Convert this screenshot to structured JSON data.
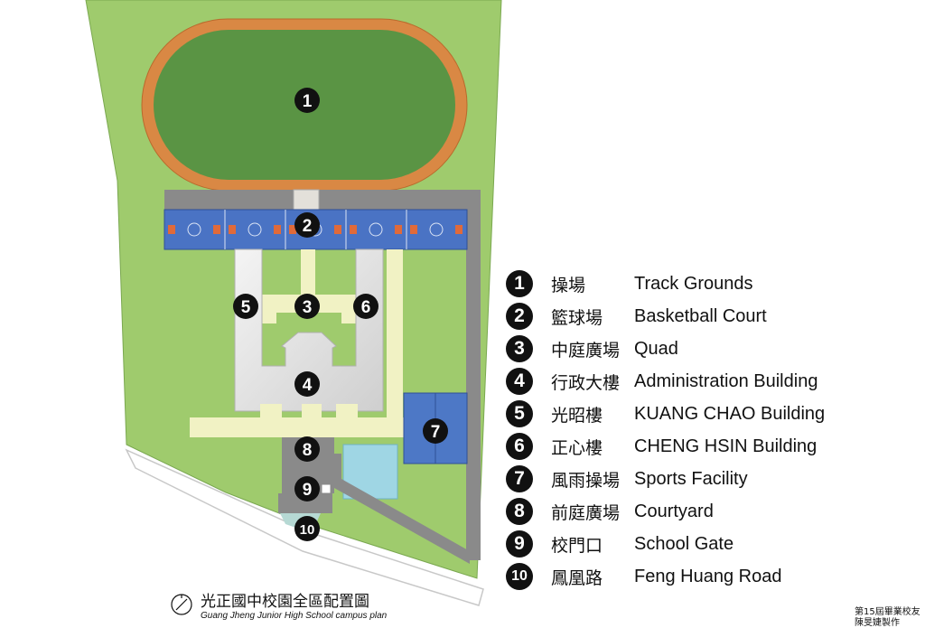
{
  "map": {
    "markers": [
      "1",
      "2",
      "3",
      "4",
      "5",
      "6",
      "7",
      "8",
      "9",
      "10"
    ]
  },
  "legend": [
    {
      "num": "1",
      "zh": "操場",
      "en": "Track Grounds"
    },
    {
      "num": "2",
      "zh": "籃球場",
      "en": "Basketball Court"
    },
    {
      "num": "3",
      "zh": "中庭廣場",
      "en": "Quad"
    },
    {
      "num": "4",
      "zh": "行政大樓",
      "en": "Administration Building"
    },
    {
      "num": "5",
      "zh": "光昭樓",
      "en": "KUANG CHAO Building"
    },
    {
      "num": "6",
      "zh": "正心樓",
      "en": "CHENG HSIN Building"
    },
    {
      "num": "7",
      "zh": "風雨操場",
      "en": "Sports Facility"
    },
    {
      "num": "8",
      "zh": "前庭廣場",
      "en": "Courtyard"
    },
    {
      "num": "9",
      "zh": "校門口",
      "en": "School Gate"
    },
    {
      "num": "10",
      "zh": "鳳凰路",
      "en": "Feng Huang Road"
    }
  ],
  "plan_title": "光正國中校園全區配置圖",
  "plan_subtitle": "Guang Jheng Junior High School campus plan",
  "credit_line1": "第15屆畢業校友",
  "credit_line2": "陳旻婕製作",
  "colors": {
    "lawn": "#9fcb6d",
    "field": "#5a9444",
    "track": "#d98844",
    "court": "#4a73c4",
    "plaza": "#f1f2c4",
    "building": "#dcdcdc",
    "paving": "#8a8a8a",
    "pool": "#9fd6e4",
    "sports_facility": "#4d78c6"
  }
}
